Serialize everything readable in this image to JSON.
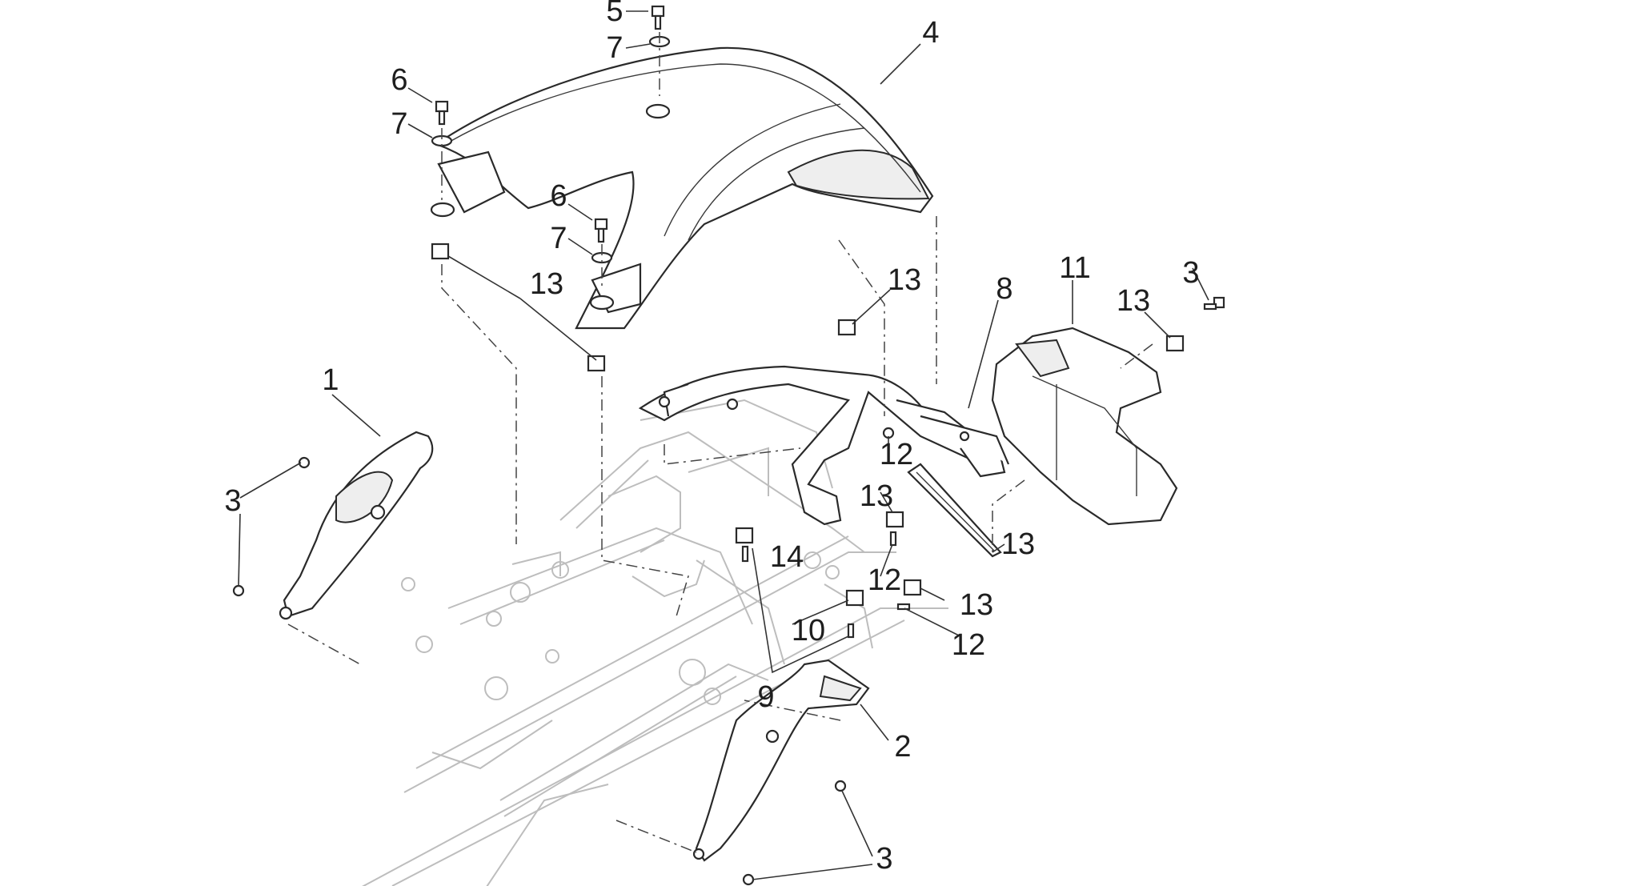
{
  "diagram": {
    "callouts": [
      {
        "id": "c5",
        "text": "5"
      },
      {
        "id": "c7a",
        "text": "7"
      },
      {
        "id": "c4",
        "text": "4"
      },
      {
        "id": "c6a",
        "text": "6"
      },
      {
        "id": "c7b",
        "text": "7"
      },
      {
        "id": "c6b",
        "text": "6"
      },
      {
        "id": "c7c",
        "text": "7"
      },
      {
        "id": "c13a",
        "text": "13"
      },
      {
        "id": "c13b",
        "text": "13"
      },
      {
        "id": "c8",
        "text": "8"
      },
      {
        "id": "c11",
        "text": "11"
      },
      {
        "id": "c3a",
        "text": "3"
      },
      {
        "id": "c13c",
        "text": "13"
      },
      {
        "id": "c1",
        "text": "1"
      },
      {
        "id": "c3b",
        "text": "3"
      },
      {
        "id": "c12a",
        "text": "12"
      },
      {
        "id": "c13d",
        "text": "13"
      },
      {
        "id": "c13e",
        "text": "13"
      },
      {
        "id": "c14",
        "text": "14"
      },
      {
        "id": "c12b",
        "text": "12"
      },
      {
        "id": "c13f",
        "text": "13"
      },
      {
        "id": "c10",
        "text": "10"
      },
      {
        "id": "c12c",
        "text": "12"
      },
      {
        "id": "c9",
        "text": "9"
      },
      {
        "id": "c2",
        "text": "2"
      },
      {
        "id": "c3c",
        "text": "3"
      }
    ]
  }
}
